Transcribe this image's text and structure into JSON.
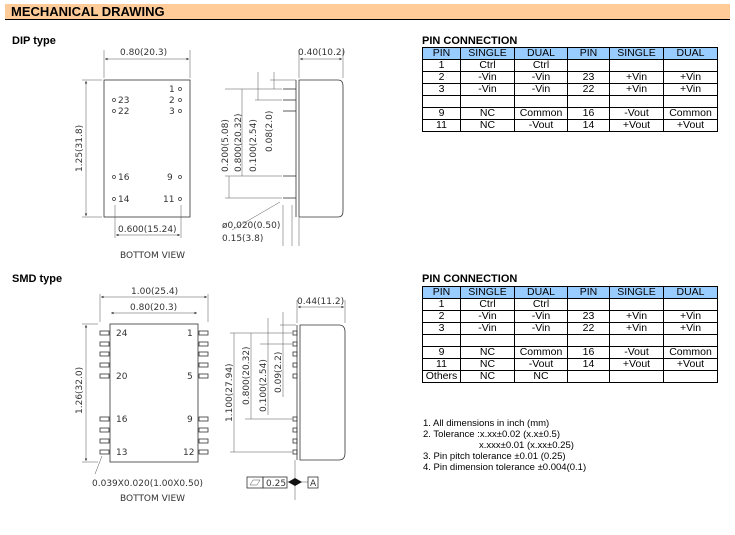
{
  "header": {
    "title": "MECHANICAL DRAWING"
  },
  "dip": {
    "label": "DIP type",
    "bottom_view": {
      "width_dim": "0.80(20.3)",
      "height_dim": "1.25(31.8)",
      "pitch_dim": "0.600(15.24)",
      "caption": "BOTTOM VIEW",
      "pins": [
        "1",
        "2",
        "3",
        "23",
        "22",
        "16",
        "14",
        "9",
        "11"
      ]
    },
    "side_view": {
      "depth_dim": "0.40(10.2)",
      "dims": [
        "0.200(5.08)",
        "0.800(20.32)",
        "0.100(2.54)",
        "0.08(2.0)"
      ],
      "pin_dia": "ø0.020(0.50)",
      "pin_len": "0.15(3.8)"
    },
    "table": {
      "title": "PIN CONNECTION",
      "headers": [
        "PIN",
        "SINGLE",
        "DUAL",
        "PIN",
        "SINGLE",
        "DUAL"
      ],
      "rows": [
        [
          "1",
          "Ctrl",
          "Ctrl",
          "",
          "",
          ""
        ],
        [
          "2",
          "-Vin",
          "-Vin",
          "23",
          "+Vin",
          "+Vin"
        ],
        [
          "3",
          "-Vin",
          "-Vin",
          "22",
          "+Vin",
          "+Vin"
        ],
        [
          "",
          "",
          "",
          "",
          "",
          ""
        ],
        [
          "9",
          "NC",
          "Common",
          "16",
          "-Vout",
          "Common"
        ],
        [
          "11",
          "NC",
          "-Vout",
          "14",
          "+Vout",
          "+Vout"
        ]
      ]
    }
  },
  "smd": {
    "label": "SMD type",
    "bottom_view": {
      "outer_dim": "1.00(25.4)",
      "width_dim": "0.80(20.3)",
      "height_dim": "1.26(32.0)",
      "pad_dim": "0.039X0.020(1.00X0.50)",
      "caption": "BOTTOM VIEW",
      "pins": [
        "24",
        "20",
        "16",
        "13",
        "1",
        "5",
        "9",
        "12"
      ]
    },
    "side_view": {
      "depth_dim": "0.44(11.2)",
      "dims": [
        "1.100(27.94)",
        "0.800(20.32)",
        "0.100(2.54)",
        "0.09(2.2)"
      ],
      "flatness": "0.25",
      "datum": "A"
    },
    "table": {
      "title": "PIN CONNECTION",
      "headers": [
        "PIN",
        "SINGLE",
        "DUAL",
        "PIN",
        "SINGLE",
        "DUAL"
      ],
      "rows": [
        [
          "1",
          "Ctrl",
          "Ctrl",
          "",
          "",
          ""
        ],
        [
          "2",
          "-Vin",
          "-Vin",
          "23",
          "+Vin",
          "+Vin"
        ],
        [
          "3",
          "-Vin",
          "-Vin",
          "22",
          "+Vin",
          "+Vin"
        ],
        [
          "",
          "",
          "",
          "",
          "",
          ""
        ],
        [
          "9",
          "NC",
          "Common",
          "16",
          "-Vout",
          "Common"
        ],
        [
          "11",
          "NC",
          "-Vout",
          "14",
          "+Vout",
          "+Vout"
        ],
        [
          "Others",
          "NC",
          "NC",
          "",
          "",
          ""
        ]
      ]
    }
  },
  "notes": [
    "1. All dimensions in inch (mm)",
    "2. Tolerance :x.xx±0.02 (x.x±0.5)",
    "x.xxx±0.01 (x.xx±0.25)",
    "3. Pin pitch tolerance ±0.01 (0.25)",
    "4. Pin dimension tolerance ±0.004(0.1)"
  ]
}
